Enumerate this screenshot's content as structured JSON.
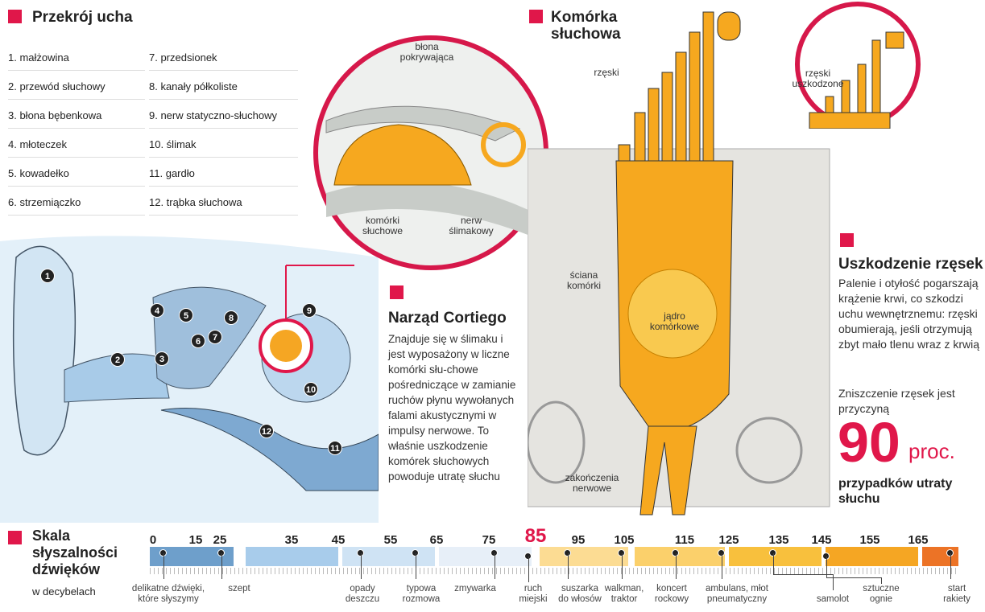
{
  "ear": {
    "title": "Przekrój ucha",
    "parts_left": [
      "1. małżowina",
      "2. przewód słuchowy",
      "3. błona bębenkowa",
      "4. młoteczek",
      "5. kowadełko",
      "6. strzemiączko"
    ],
    "parts_right": [
      "7. przedsionek",
      "8. kanały półkoliste",
      "9. nerw statyczno-słuchowy",
      "10. ślimak",
      "11. gardło",
      "12. trąbka słuchowa"
    ],
    "markers": [
      "1",
      "2",
      "3",
      "4",
      "5",
      "6",
      "7",
      "8",
      "9",
      "10",
      "11",
      "12"
    ]
  },
  "corti_detail": {
    "label_membrane": "błona pokrywająca",
    "label_cells": "komórki słuchowe",
    "label_nerve": "nerw ślimakowy"
  },
  "corti": {
    "title": "Narząd Cortiego",
    "text": "Znajduje się w ślimaku i jest wyposażony w liczne komórki słu-chowe pośredniczące w zamianie ruchów płynu wywołanych falami akustycznymi w impulsy nerwowe. To właśnie uszkodzenie komórek słuchowych powoduje utratę słuchu"
  },
  "cell": {
    "title": "Komórka słuchowa",
    "label_cilia": "rzęski",
    "label_wall": "ściana komórki",
    "label_nucleus": "jądro komórkowe",
    "label_endings": "zakończenia nerwowe",
    "label_damaged": "rzęski uszkodzone"
  },
  "damage": {
    "title": "Uszkodzenie rzęsek",
    "text": "Palenie i otyłość pogarszają krążenie krwi, co szkodzi uchu wewnętrznemu: rzęski obumierają, jeśli otrzymują zbyt mało tlenu wraz z krwią",
    "text2": "Zniszczenie rzęsek jest przyczyną",
    "big_number": "90",
    "unit": "proc.",
    "tail": "przypadków utraty słuchu"
  },
  "scale": {
    "title": "Skala słyszalności dźwięków",
    "subtitle": "w decybelach",
    "highlight": "85",
    "ticks": [
      "0",
      "15",
      "25",
      "35",
      "45",
      "55",
      "65",
      "75",
      "85",
      "95",
      "105",
      "115",
      "125",
      "135",
      "145",
      "155",
      "165"
    ],
    "colors": [
      "#6e9fcb",
      "#a8cceb",
      "#cfe3f4",
      "#e7eff8",
      "#fcdc93",
      "#fbd06b",
      "#f8c03d",
      "#f5a623",
      "#ec7326"
    ],
    "sounds": [
      {
        "db": 5,
        "label": "delikatne dźwięki, które słyszymy"
      },
      {
        "db": 22,
        "label": "szept"
      },
      {
        "db": 50,
        "label": "opady deszczu"
      },
      {
        "db": 60,
        "label": "typowa rozmowa"
      },
      {
        "db": 75,
        "label": "zmywarka"
      },
      {
        "db": 85,
        "label": "ruch miejski"
      },
      {
        "db": 90,
        "label": "suszarka do włosów"
      },
      {
        "db": 105,
        "label": "walkman, traktor"
      },
      {
        "db": 115,
        "label": "koncert rockowy"
      },
      {
        "db": 125,
        "label": "ambulans, młot pneumatyczny"
      },
      {
        "db": 135,
        "label": "samolot"
      },
      {
        "db": 145,
        "label": "sztuczne ognie"
      },
      {
        "db": 170,
        "label": "start rakiety"
      }
    ]
  }
}
